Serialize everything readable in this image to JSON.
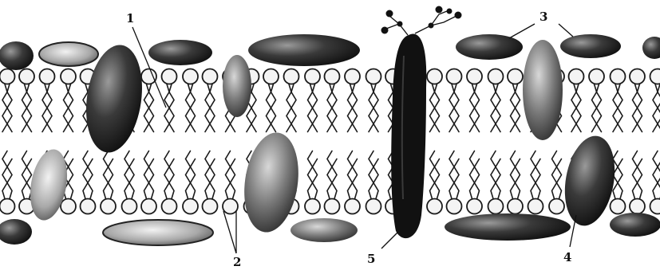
{
  "labels": {
    "phospholipid_tails": "1",
    "phospholipid_heads": "2",
    "peripheral_protein": "3",
    "integral_protein": "4",
    "transmembrane_glycoprotein": "5"
  }
}
